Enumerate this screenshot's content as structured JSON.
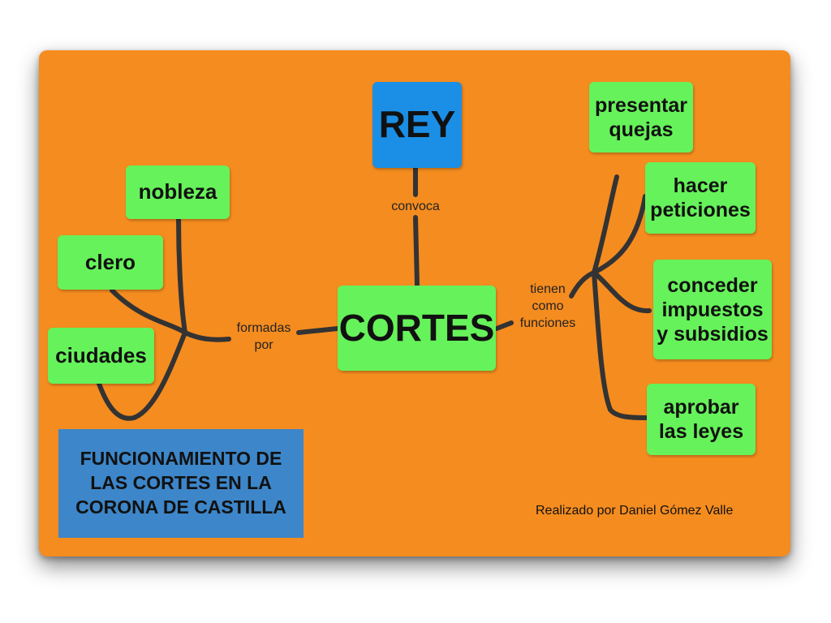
{
  "central": "CORTES",
  "king": "REY",
  "links": {
    "convoca": "convoca",
    "formadas_por": "formadas\npor",
    "tienen_funciones": "tienen\ncomo\nfunciones"
  },
  "members": [
    "nobleza",
    "clero",
    "ciudades"
  ],
  "functions": [
    "presentar\nquejas",
    "hacer\npeticiones",
    "conceder\nimpuestos\ny subsidios",
    "aprobar\nlas leyes"
  ],
  "title": "FUNCIONAMIENTO DE\nLAS CORTES EN LA\nCORONA DE CASTILLA",
  "credit": "Realizado por Daniel Gómez Valle",
  "colors": {
    "background": "#f58c1f",
    "node": "#66f25a",
    "king_node": "#1b8fe6",
    "title_box": "#3d86c9",
    "connector": "#333333"
  }
}
